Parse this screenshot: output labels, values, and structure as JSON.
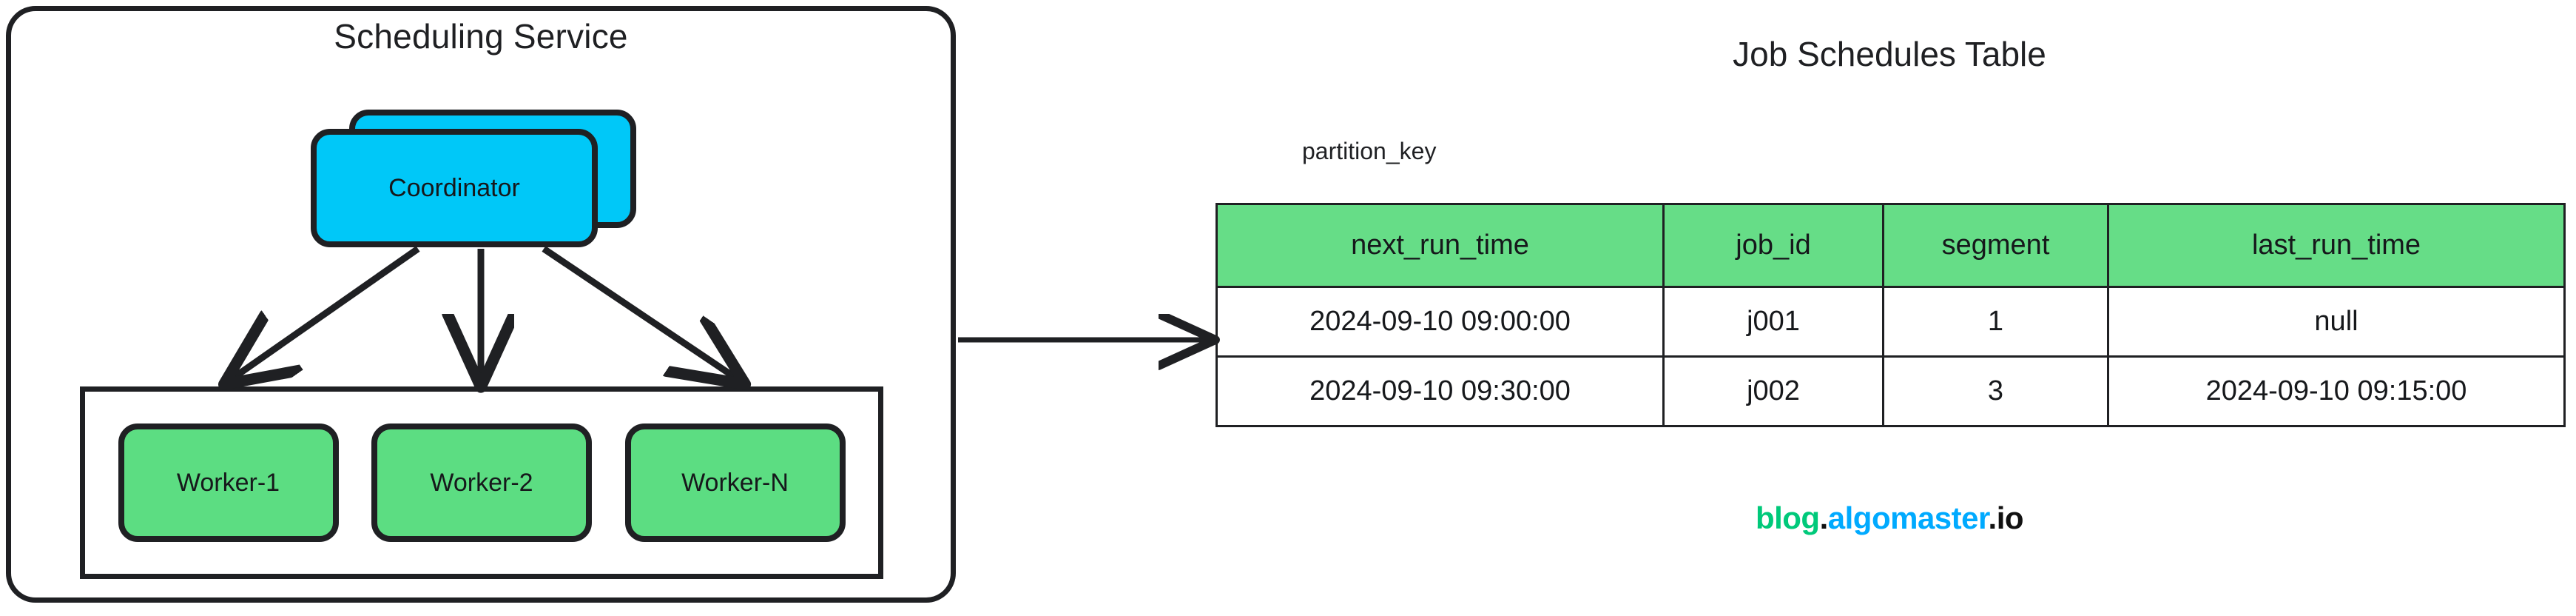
{
  "diagram": {
    "left_panel": {
      "title": "Scheduling Service",
      "coordinator": {
        "label": "Coordinator",
        "color": "#00c8f8",
        "stacked": true
      },
      "workers": [
        {
          "label": "Worker-1",
          "color": "#5cdd82"
        },
        {
          "label": "Worker-2",
          "color": "#5cdd82"
        },
        {
          "label": "Worker-N",
          "color": "#5cdd82"
        }
      ]
    },
    "right_panel": {
      "title": "Job Schedules Table",
      "partition_key_label": "partition_key",
      "header_color": "#66dd87",
      "columns": [
        "next_run_time",
        "job_id",
        "segment",
        "last_run_time"
      ],
      "rows": [
        [
          "2024-09-10 09:00:00",
          "j001",
          "1",
          "null"
        ],
        [
          "2024-09-10 09:30:00",
          "j002",
          "3",
          "2024-09-10 09:15:00"
        ]
      ]
    },
    "branding": {
      "blog": "blog",
      "dot1": ".",
      "algomaster": "algomaster",
      "dot2": ".",
      "io": "io",
      "colors": {
        "blog": "#00c97a",
        "algomaster": "#00aaff",
        "dots": "#111111"
      }
    },
    "connectors": [
      {
        "name": "coordinator-to-worker-1",
        "type": "arrow"
      },
      {
        "name": "coordinator-to-worker-2",
        "type": "arrow"
      },
      {
        "name": "coordinator-to-worker-n",
        "type": "arrow"
      },
      {
        "name": "scheduling-service-to-table",
        "type": "arrow"
      }
    ]
  }
}
